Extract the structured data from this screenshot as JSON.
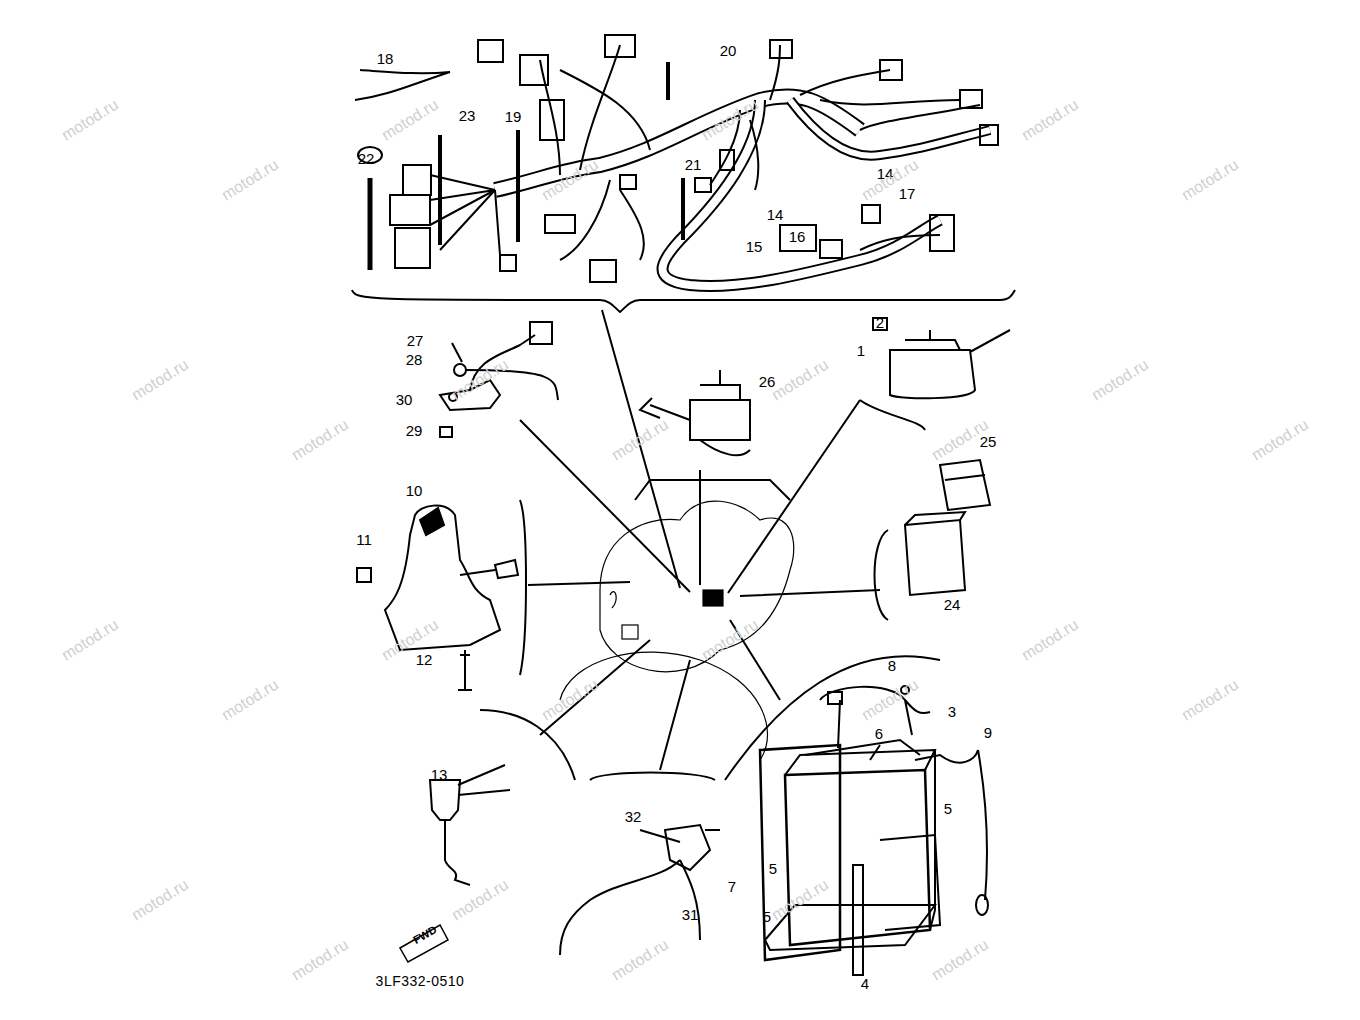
{
  "diagram": {
    "labels": [
      "18",
      "23",
      "19",
      "20",
      "22",
      "21",
      "14",
      "17",
      "14",
      "16",
      "15",
      "27",
      "28",
      "30",
      "29",
      "2",
      "1",
      "26",
      "25",
      "10",
      "11",
      "12",
      "24",
      "8",
      "3",
      "6",
      "9",
      "13",
      "32",
      "31",
      "7",
      "5",
      "5",
      "5",
      "4",
      "3LF332-0510",
      "FWD",
      "motod.ru",
      "motod.ru",
      "motod.ru",
      "motod.ru",
      "motod.ru",
      "motod.ru",
      "motod.ru",
      "motod.ru",
      "motod.ru",
      "motod.ru",
      "motod.ru",
      "motod.ru",
      "motod.ru",
      "motod.ru",
      "motod.ru",
      "motod.ru",
      "motod.ru",
      "motod.ru",
      "motod.ru",
      "motod.ru",
      "motod.ru",
      "motod.ru",
      "motod.ru",
      "motod.ru",
      "motod.ru",
      "motod.ru",
      "motod.ru",
      "motod.ru",
      "motod.ru",
      "motod.ru"
    ]
  }
}
